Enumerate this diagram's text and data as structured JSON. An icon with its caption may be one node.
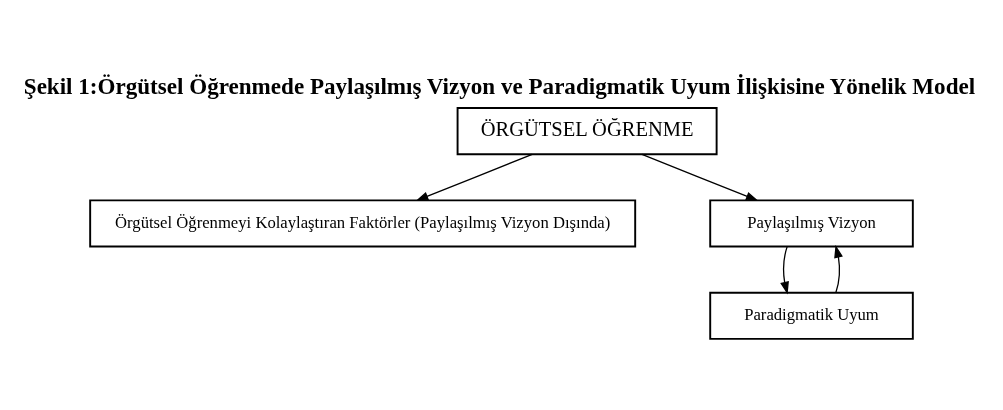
{
  "diagram": {
    "title": "Şekil 1:Örgütsel Öğrenmede Paylaşılmış Vizyon ve Paradigmatik Uyum İlişkisine Yönelik Model",
    "nodes": [
      {
        "text": [
          "ÖRGÜTSEL ÖĞRENME"
        ]
      },
      {
        "text": [
          "Örgütsel Öğrenmeyi Kolaylaştıran Faktörler (Paylaşılmış Vizyon Dışında)"
        ]
      },
      {
        "text": [
          "Paylaşılmış Vizyon"
        ]
      },
      {
        "text": [
          "Paradigmatik Uyum"
        ]
      }
    ],
    "edges": [
      {
        "from": 0,
        "to": 1,
        "arrow": "to"
      },
      {
        "from": 0,
        "to": 2,
        "arrow": "to"
      },
      {
        "from": 2,
        "to": 3,
        "arrow": "to"
      },
      {
        "from": 3,
        "to": 2,
        "arrow": "to"
      }
    ]
  }
}
